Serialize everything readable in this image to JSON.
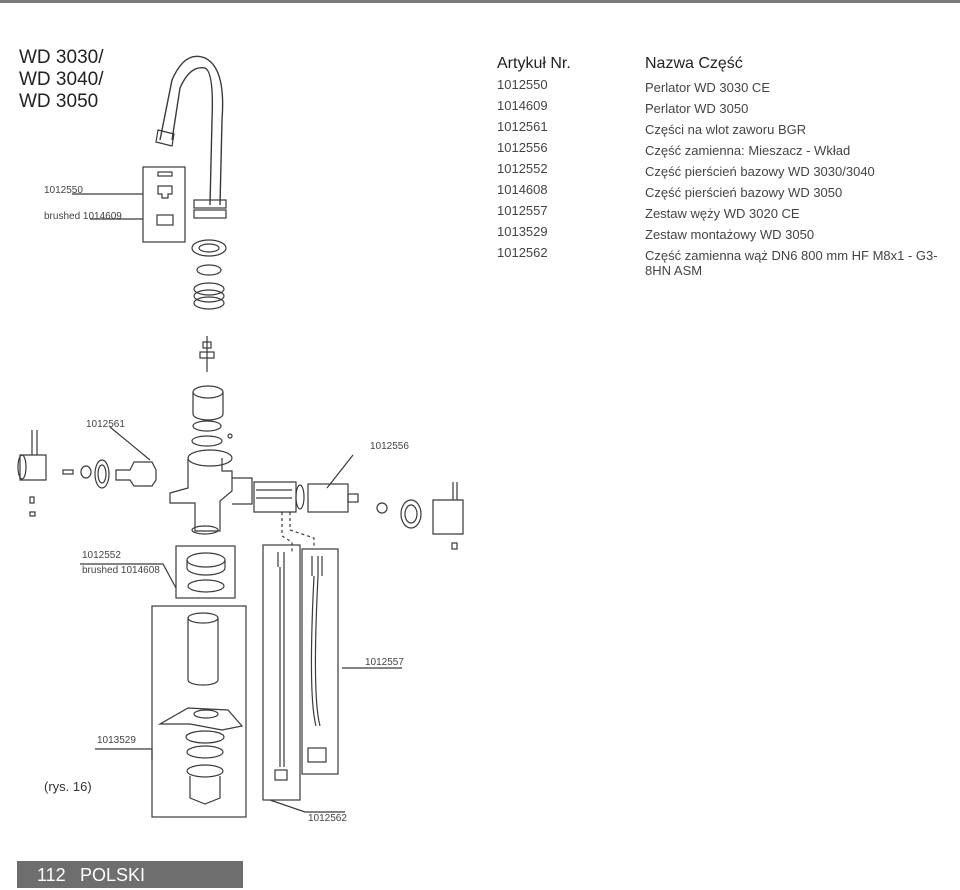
{
  "header": {
    "model_lines": [
      "WD 3030/",
      "WD 3040/",
      "WD 3050"
    ]
  },
  "parts_table": {
    "col_article": "Artykuł Nr.",
    "col_name": "Nazwa Część",
    "rows": [
      {
        "article": "1012550",
        "name": "Perlator WD 3030 CE"
      },
      {
        "article": "1014609",
        "name": "Perlator WD 3050"
      },
      {
        "article": "1012561",
        "name": "Części na wlot zaworu BGR"
      },
      {
        "article": "1012556",
        "name": "Część zamienna: Mieszacz - Wkład"
      },
      {
        "article": "1012552",
        "name": "Część pierścień bazowy WD 3030/3040"
      },
      {
        "article": "1014608",
        "name": "Część pierścień bazowy WD 3050"
      },
      {
        "article": "1012557",
        "name": "Zestaw węży WD 3020 CE"
      },
      {
        "article": "1013529",
        "name": "Zestaw montażowy WD 3050"
      },
      {
        "article": "1012562",
        "name": "Część zamienna wąż DN6 800 mm HF M8x1 - G3-8HN ASM"
      }
    ]
  },
  "callouts": {
    "c1012550": "1012550",
    "c1014609": "brushed 1014609",
    "c1012561": "1012561",
    "c1012556": "1012556",
    "c1012552": "1012552",
    "c1014608": "brushed 1014608",
    "c1012557": "1012557",
    "c1013529": "1013529",
    "c1012562": "1012562"
  },
  "figure_label": "(rys. 16)",
  "footer": {
    "page_number": "112",
    "language": "POLSKI"
  },
  "colors": {
    "line": "#3a3a3a",
    "footer_bg": "#6e6e6e",
    "top_rule": "#7a7a7a"
  }
}
